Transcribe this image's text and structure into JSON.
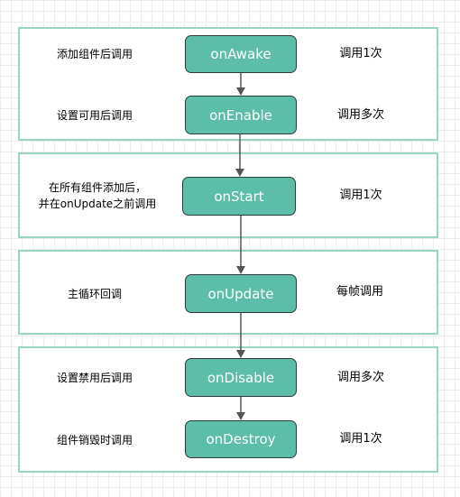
{
  "groups": [
    {
      "rows": [
        {
          "desc": [
            "添加组件后调用"
          ],
          "node": "onAwake",
          "count": "调用1次"
        },
        {
          "desc": [
            "设置可用后调用"
          ],
          "node": "onEnable",
          "count": "调用多次"
        }
      ]
    },
    {
      "rows": [
        {
          "desc": [
            "在所有组件添加后，",
            "并在onUpdate之前调用"
          ],
          "node": "onStart",
          "count": "调用1次"
        }
      ]
    },
    {
      "rows": [
        {
          "desc": [
            "主循环回调"
          ],
          "node": "onUpdate",
          "count": "每帧调用"
        }
      ]
    },
    {
      "rows": [
        {
          "desc": [
            "设置禁用后调用"
          ],
          "node": "onDisable",
          "count": "调用多次"
        },
        {
          "desc": [
            "组件销毁时调用"
          ],
          "node": "onDestroy",
          "count": "调用1次"
        }
      ]
    }
  ],
  "colors": {
    "node_fill": "#5cbea8",
    "node_border": "#2f3a3a",
    "group_border": "#9ad4c4",
    "arrow": "#555555"
  }
}
